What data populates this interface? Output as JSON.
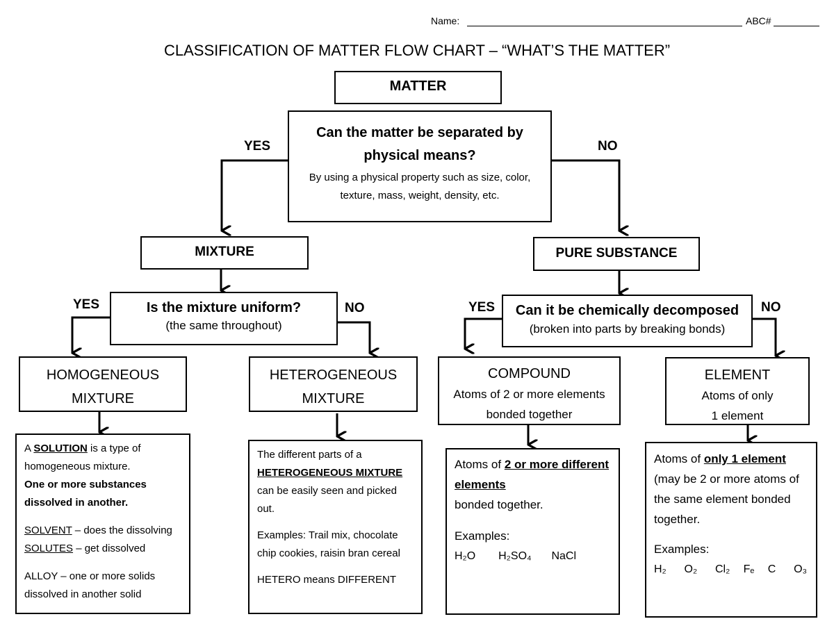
{
  "header": {
    "name_label": "Name:",
    "abc_label": "ABC#"
  },
  "title": "CLASSIFICATION OF MATTER FLOW CHART – “WHAT’S THE MATTER”",
  "matter": "MATTER",
  "q1": {
    "question": "Can the matter be separated by physical means?",
    "detail": "By using a physical property such as size, color, texture, mass, weight, density, etc.",
    "yes": "YES",
    "no": "NO"
  },
  "mixture": "MIXTURE",
  "pure": "PURE SUBSTANCE",
  "q2": {
    "question": "Is the mixture uniform?",
    "detail": "(the same throughout)",
    "yes": "YES",
    "no": "NO"
  },
  "q3": {
    "question": "Can it be chemically decomposed",
    "detail": "(broken into parts by breaking bonds)",
    "yes": "YES",
    "no": "NO"
  },
  "homogeneous": {
    "line1": "HOMOGENEOUS",
    "line2": "MIXTURE"
  },
  "heterogeneous": {
    "line1": "HETEROGENEOUS",
    "line2": "MIXTURE"
  },
  "compound": {
    "title": "COMPOUND",
    "desc": "Atoms of 2 or more elements bonded together"
  },
  "element": {
    "title": "ELEMENT",
    "desc1": "Atoms of only",
    "desc2": "1 element"
  },
  "homo_detail": {
    "a": "A ",
    "solution": "SOLUTION",
    "a_rest": " is a type of homogeneous mixture.",
    "bold": "One or more substances dissolved in another.",
    "solvent": "SOLVENT",
    "solvent_rest": " – does the dissolving",
    "solutes": "SOLUTES",
    "solutes_rest": " – get dissolved",
    "alloy": "ALLOY – one or more solids dissolved in another solid"
  },
  "hetero_detail": {
    "intro": "The different parts of a",
    "term": "HETEROGENEOUS MIXTURE",
    "rest": "can be easily seen and picked out.",
    "examples": "Examples: Trail mix, chocolate chip cookies, raisin bran cereal",
    "meaning": "HETERO means DIFFERENT"
  },
  "compound_detail": {
    "prefix": "Atoms of ",
    "emph": "2 or more different elements",
    "rest": "bonded together.",
    "examples_label": "Examples:",
    "examples": [
      "H₂O",
      "H₂SO₄",
      "NaCl"
    ]
  },
  "element_detail": {
    "prefix": "Atoms of ",
    "emph": "only 1 element",
    "rest": "(may be 2 or more atoms of the same element bonded together.",
    "examples_label": "Examples:",
    "examples": [
      "H₂",
      "O₂",
      "Cl₂",
      "Fₑ",
      "C",
      "O₃"
    ]
  }
}
